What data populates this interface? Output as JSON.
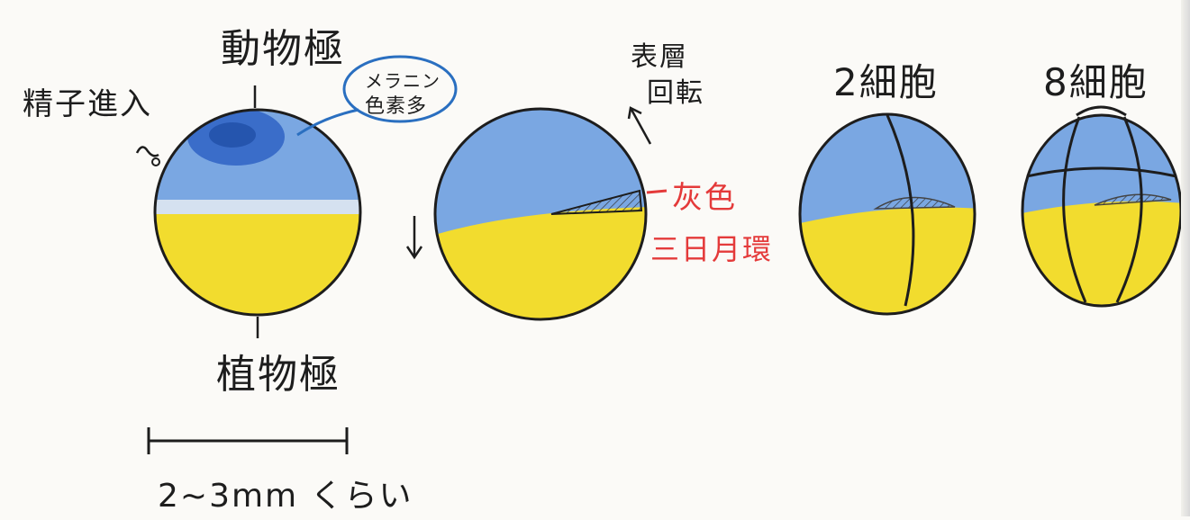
{
  "labels": {
    "animal_pole": "動物極",
    "vegetal_pole": "植物極",
    "sperm_entry": "精子進入",
    "melanin_line1": "メラニン",
    "melanin_line2": "色素多",
    "cortical_line1": "表層",
    "cortical_line2": "回転",
    "gray": "灰色",
    "crescent": "三日月環",
    "two_cell": "2細胞",
    "eight_cell": "8細胞",
    "scale": "2~3mm くらい"
  },
  "colors": {
    "animal_blue": "#6f9fdd",
    "pigment_blue": "#2f63c4",
    "yolk_yellow": "#f2dc2e",
    "bubble_outline": "#2a6fc0",
    "gray_crescent_label": "#e43a3a",
    "ink": "#1d1d1d"
  }
}
